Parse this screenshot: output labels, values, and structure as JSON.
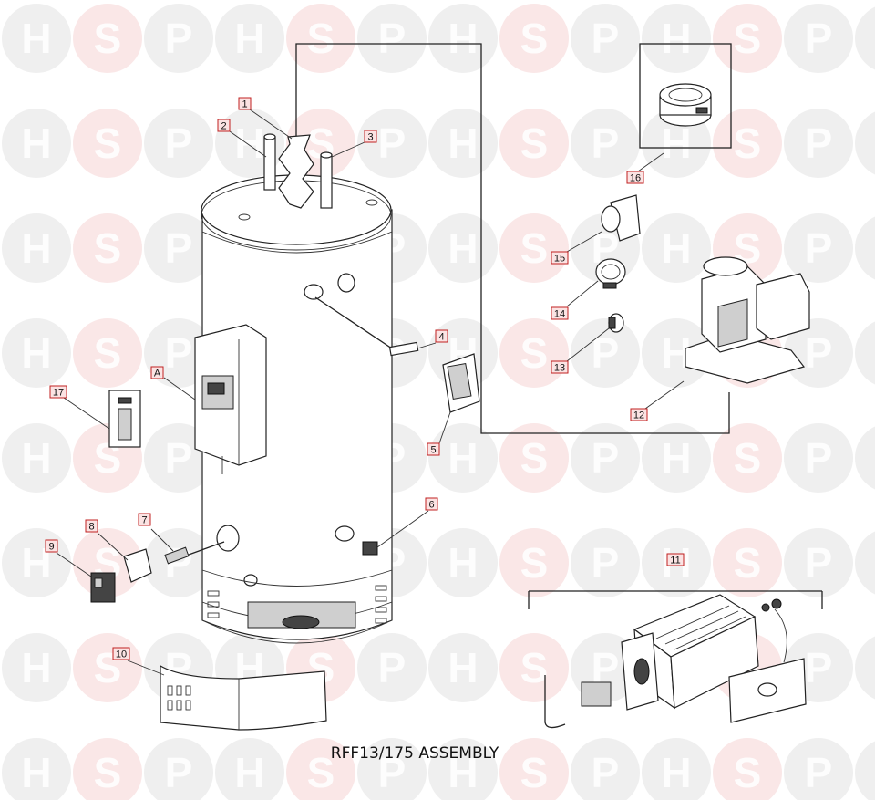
{
  "caption": "RFF13/175 ASSEMBLY",
  "watermark": {
    "letters": [
      "H",
      "S",
      "P"
    ],
    "colors": {
      "H": "#e2e2e2",
      "S": "#f6d3d3",
      "P": "#e2e2e2"
    }
  },
  "callout_color": "#c02020",
  "callouts": [
    {
      "id": "1",
      "label": "1"
    },
    {
      "id": "2",
      "label": "2"
    },
    {
      "id": "3",
      "label": "3"
    },
    {
      "id": "4",
      "label": "4"
    },
    {
      "id": "5",
      "label": "5"
    },
    {
      "id": "6",
      "label": "6"
    },
    {
      "id": "7",
      "label": "7"
    },
    {
      "id": "8",
      "label": "8"
    },
    {
      "id": "9",
      "label": "9"
    },
    {
      "id": "10",
      "label": "10"
    },
    {
      "id": "11",
      "label": "11"
    },
    {
      "id": "12",
      "label": "12"
    },
    {
      "id": "13",
      "label": "13"
    },
    {
      "id": "14",
      "label": "14"
    },
    {
      "id": "15",
      "label": "15"
    },
    {
      "id": "16",
      "label": "16"
    },
    {
      "id": "17",
      "label": "17"
    },
    {
      "id": "A",
      "label": "A"
    }
  ]
}
